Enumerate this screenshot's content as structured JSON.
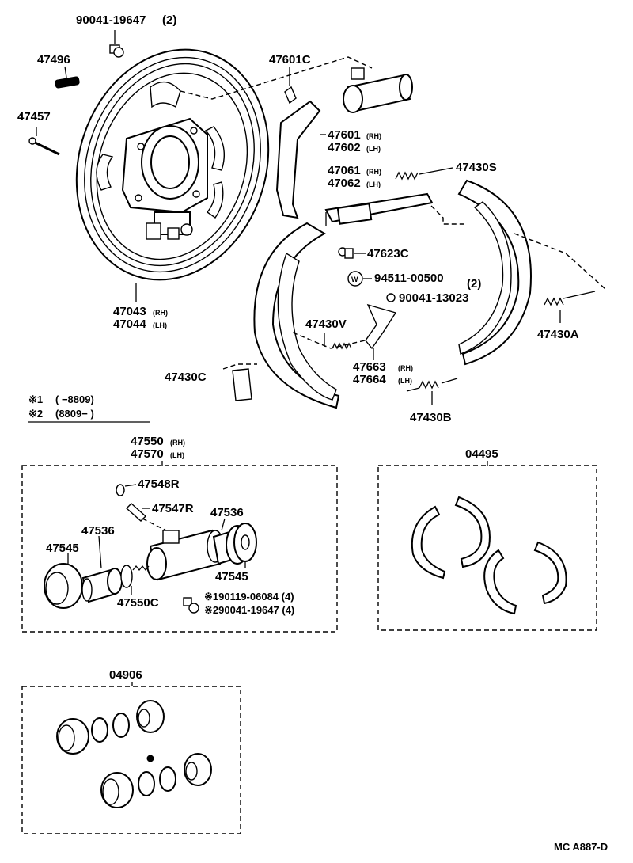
{
  "labels": {
    "bolt_top": "90041-19647",
    "bolt_top_qty": "(2)",
    "p47496": "47496",
    "p47457": "47457",
    "p47601c": "47601C",
    "p47601": "47601",
    "p47602": "47602",
    "p47061": "47061",
    "p47062": "47062",
    "p47430s": "47430S",
    "p47623c": "47623C",
    "washer": "94511-00500",
    "washer_qty": "(2)",
    "washer_icon": "W",
    "p90041_13023": "90041-13023",
    "p47043": "47043",
    "p47044": "47044",
    "p47430v": "47430V",
    "p47430a": "47430A",
    "p47663": "47663",
    "p47664": "47664",
    "p47430c": "47430C",
    "p47430b": "47430B",
    "rh": "(RH)",
    "lh": "(LH)",
    "note1_mark": "※1",
    "note1_range": "(      −8809)",
    "note2_mark": "※2",
    "note2_range": "(8809−         )",
    "p47550": "47550",
    "p47570": "47570",
    "p47548r": "47548R",
    "p47547r": "47547R",
    "p47536_left": "47536",
    "p47536_right": "47536",
    "p47545_left": "47545",
    "p47545_right": "47545",
    "p47550c": "47550C",
    "bolt_note1": "※190119-06084 (4)",
    "bolt_note2": "※290041-19647 (4)",
    "kit_04495": "04495",
    "kit_04906": "04906",
    "ref_code": "MC A887-D"
  }
}
